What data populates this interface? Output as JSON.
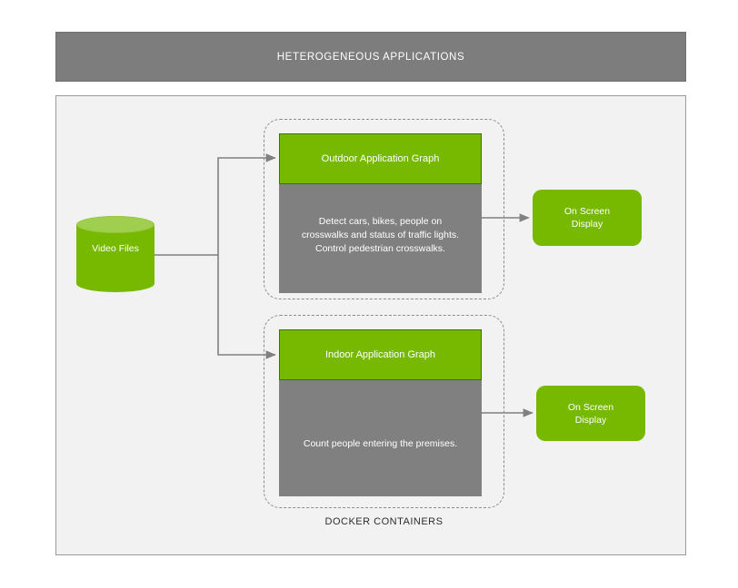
{
  "header": {
    "title": "HETEROGENEOUS APPLICATIONS",
    "background_color": "#7d7d7d",
    "text_color": "#ffffff"
  },
  "panel": {
    "background_color": "#f2f2f2",
    "border_color": "#9a9a9a"
  },
  "source": {
    "label": "Video Files",
    "shape": "cylinder",
    "fill_color": "#76b900",
    "top_color": "#a0ce4e"
  },
  "docker": {
    "label": "DOCKER CONTAINERS",
    "border_style": "dashed",
    "border_color": "#8c8c8c"
  },
  "applications": [
    {
      "id": "outdoor",
      "header": "Outdoor Application Graph",
      "body": "Detect cars, bikes, people on crosswalks and status of traffic lights. Control pedestrian crosswalks.",
      "body_lines": [
        "Detect cars, bikes, people on",
        "crosswalks and status of traffic lights.",
        "Control pedestrian crosswalks."
      ],
      "header_color": "#76b900",
      "body_color": "#808080"
    },
    {
      "id": "indoor",
      "header": "Indoor Application Graph",
      "body": "Count people entering the premises.",
      "body_lines": [
        "Count people entering the premises."
      ],
      "header_color": "#76b900",
      "body_color": "#808080"
    }
  ],
  "outputs": [
    {
      "id": "osd-outdoor",
      "label": "On Screen Display",
      "line1": "On Screen",
      "line2": "Display",
      "color": "#76b900"
    },
    {
      "id": "osd-indoor",
      "label": "On Screen Display",
      "line1": "On Screen",
      "line2": "Display",
      "color": "#76b900"
    }
  ],
  "connectors": {
    "line_color": "#808080",
    "arrow_color": "#808080"
  }
}
